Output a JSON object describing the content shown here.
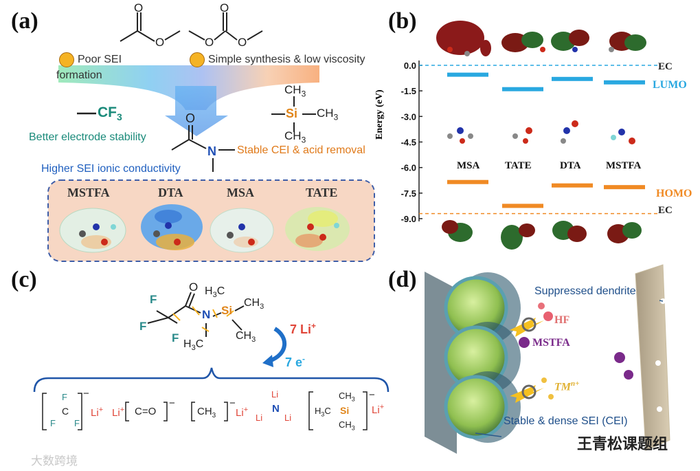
{
  "panel_a": {
    "label": "(a)",
    "poor_sei": "Poor SEI",
    "formation": "formation",
    "simple_synthesis": "Simple synthesis & low viscosity",
    "cf3": "CF",
    "cf3_sub": "3",
    "better_electrode": "Better electrode stability",
    "higher_sei": "Higher SEI ionic conductivity",
    "stable_cei": "Stable CEI & acid removal",
    "atom_o": "O",
    "atom_n": "N",
    "atom_si": "Si",
    "ch3": "CH",
    "ch3_sub": "3",
    "molecules": [
      "MSTFA",
      "DTA",
      "MSA",
      "TATE"
    ]
  },
  "panel_b": {
    "label": "(b)",
    "y_axis_label": "Energy (eV)",
    "y_ticks": [
      "0.0",
      "-1.5",
      "-3.0",
      "-4.5",
      "-6.0",
      "-7.5",
      "-9.0"
    ],
    "molecules": [
      "MSA",
      "TATE",
      "DTA",
      "MSTFA"
    ],
    "ec_top": "EC",
    "ec_bottom": "EC",
    "lumo": "LUMO",
    "homo": "HOMO",
    "colors": {
      "lumo": "#29a8e0",
      "homo": "#f08a24"
    }
  },
  "chart_data": {
    "type": "bar",
    "categories": [
      "MSA",
      "TATE",
      "DTA",
      "MSTFA"
    ],
    "series": [
      {
        "name": "LUMO",
        "values": [
          -0.55,
          -1.4,
          -0.8,
          -1.0
        ]
      },
      {
        "name": "HOMO",
        "values": [
          -6.85,
          -8.25,
          -7.05,
          -7.15
        ]
      }
    ],
    "ec_lumo": 0.0,
    "ec_homo": -8.7,
    "ylabel": "Energy (eV)",
    "ylim": [
      -9.0,
      0.0
    ]
  },
  "panel_c": {
    "label": "(c)",
    "atom_f": "F",
    "atom_o": "O",
    "atom_n": "N",
    "atom_si": "Si",
    "h3c": "H",
    "h3c_sub": "3",
    "h3c_c": "C",
    "ch3": "CH",
    "ch3_sub": "3",
    "li_plus": "7 Li",
    "plus": "+",
    "e_minus": "7 e",
    "minus": "-",
    "li": "Li",
    "li_sup": "+",
    "species_minus": "−",
    "c": "C",
    "o": "O"
  },
  "panel_d": {
    "label": "(d)",
    "suppressed": "Suppressed dendrite",
    "hf": "HF",
    "mstfa": "MSTFA",
    "tm": "TM",
    "tm_sup": "n+",
    "stable_sei": "Stable & dense SEI (CEI)"
  },
  "watermarks": {
    "right": "王青松课题组",
    "left": "大数跨境"
  }
}
